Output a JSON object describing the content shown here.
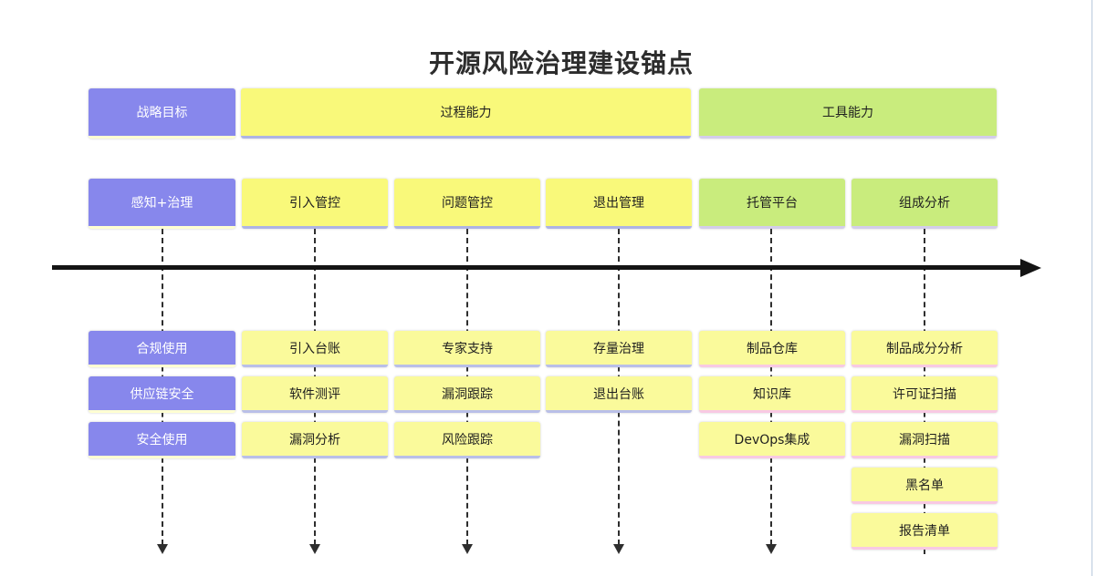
{
  "title": "开源风险治理建设锚点",
  "header_row": {
    "strategy": "战略目标",
    "process": "过程能力",
    "tool": "工具能力"
  },
  "capability_row": {
    "perception": "感知+治理",
    "intro": "引入管控",
    "issue": "问题管控",
    "exit": "退出管理",
    "hosting": "托管平台",
    "composition": "组成分析"
  },
  "left_labels": [
    "合规使用",
    "供应链安全",
    "安全使用"
  ],
  "columns": {
    "intro": [
      "引入台账",
      "软件测评",
      "漏洞分析"
    ],
    "issue": [
      "专家支持",
      "漏洞跟踪",
      "风险跟踪"
    ],
    "exit": [
      "存量治理",
      "退出台账"
    ],
    "hosting": [
      "制品仓库",
      "知识库",
      "DevOps集成"
    ],
    "composition": [
      "制品成分分析",
      "许可证扫描",
      "漏洞扫描",
      "黑名单",
      "报告清单"
    ]
  },
  "colors": {
    "purple_box": "#8787ec",
    "yellow_box": "#f9f97a",
    "green_box": "#c9ec7d",
    "light_yellow_box": "#fafa9b",
    "lavender_border": "#aeb4e4",
    "cream_border": "#ffffd2",
    "pink_border": "#f8c9e3",
    "axis": "#141414"
  }
}
